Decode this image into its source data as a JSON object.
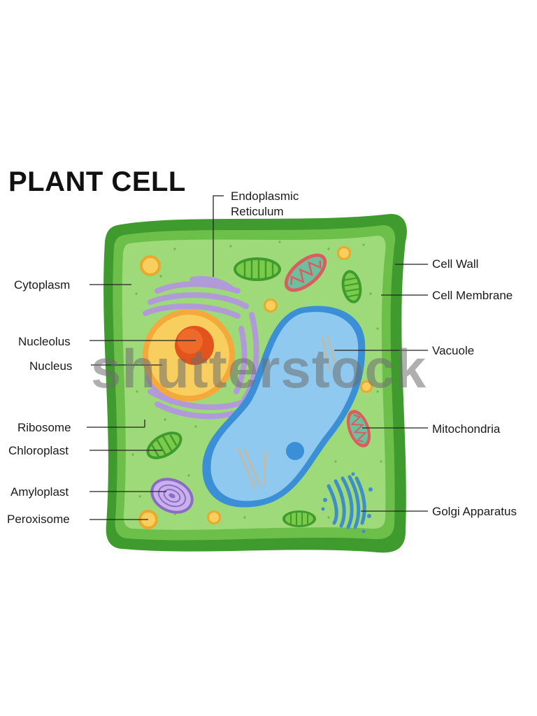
{
  "title": "PLANT CELL",
  "watermark": "shutterstock",
  "labels": {
    "endoplasmic_1": "Endoplasmic",
    "endoplasmic_2": "Reticulum",
    "cytoplasm": "Cytoplasm",
    "nucleolus": "Nucleolus",
    "nucleus": "Nucleus",
    "ribosome": "Ribosome",
    "chloroplast": "Chloroplast",
    "amyloplast": "Amyloplast",
    "peroxisome": "Peroxisome",
    "cell_wall": "Cell Wall",
    "cell_membrane": "Cell Membrane",
    "vacuole": "Vacuole",
    "mitochondria": "Mitochondria",
    "golgi": "Golgi Apparatus"
  },
  "colors": {
    "cell_wall": "#3f9b2e",
    "cell_membrane": "#6cc04a",
    "cytoplasm": "#9ed97a",
    "vacuole": "#8fc9f0",
    "vacuole_edge": "#3b8fd6",
    "nucleus": "#f6c85a",
    "nucleolus": "#e2541c",
    "er": "#b19ad8",
    "chloroplast": "#5cb832",
    "mitochondria": "#d95f5f",
    "peroxisome": "#f5c33b",
    "golgi": "#3f8fc7"
  }
}
